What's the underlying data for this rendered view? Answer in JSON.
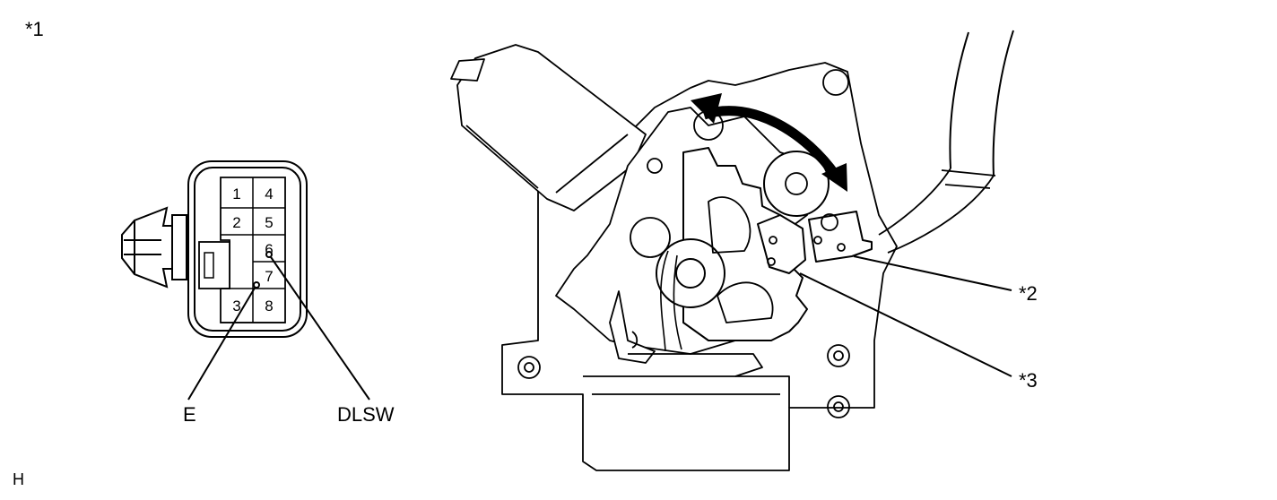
{
  "labels": {
    "connector_callout": "*1",
    "switch_callout": "*2",
    "gear_callout": "*3",
    "pin_e": "E",
    "pin_dlsw": "DLSW",
    "corner_code": "H"
  },
  "connector": {
    "pins": [
      "1",
      "4",
      "2",
      "5",
      "6",
      "7",
      "3",
      "8"
    ]
  }
}
